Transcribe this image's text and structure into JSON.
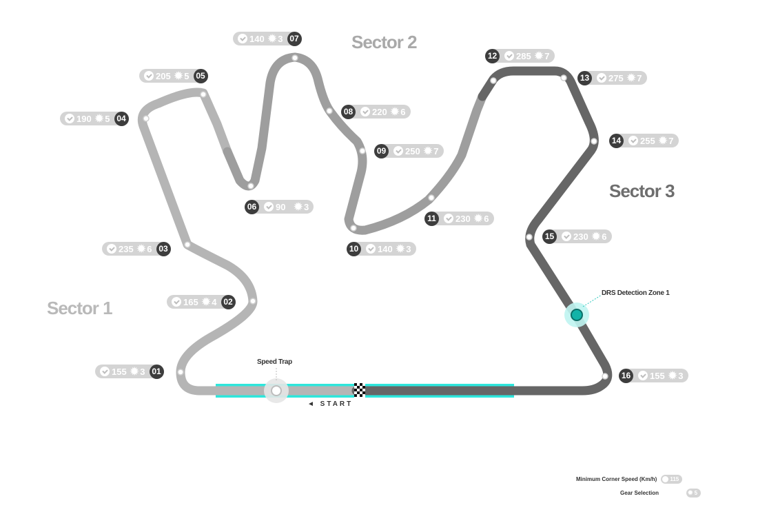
{
  "sectors": {
    "s1": "Sector 1",
    "s2": "Sector 2",
    "s3": "Sector 3"
  },
  "corners": [
    {
      "num": "01",
      "speed": "155",
      "gear": "3"
    },
    {
      "num": "02",
      "speed": "165",
      "gear": "4"
    },
    {
      "num": "03",
      "speed": "235",
      "gear": "6"
    },
    {
      "num": "04",
      "speed": "190",
      "gear": "5"
    },
    {
      "num": "05",
      "speed": "205",
      "gear": "5"
    },
    {
      "num": "06",
      "speed": "90",
      "gear": "3"
    },
    {
      "num": "07",
      "speed": "140",
      "gear": "3"
    },
    {
      "num": "08",
      "speed": "220",
      "gear": "6"
    },
    {
      "num": "09",
      "speed": "250",
      "gear": "7"
    },
    {
      "num": "10",
      "speed": "140",
      "gear": "3"
    },
    {
      "num": "11",
      "speed": "230",
      "gear": "6"
    },
    {
      "num": "12",
      "speed": "285",
      "gear": "7"
    },
    {
      "num": "13",
      "speed": "275",
      "gear": "7"
    },
    {
      "num": "14",
      "speed": "255",
      "gear": "7"
    },
    {
      "num": "15",
      "speed": "230",
      "gear": "6"
    },
    {
      "num": "16",
      "speed": "155",
      "gear": "3"
    }
  ],
  "labels": {
    "speed_trap": "Speed Trap",
    "start": "◄ START",
    "drs": "DRS Detection Zone 1"
  },
  "legend": {
    "speed_label": "Minimum Corner Speed (Km/h)",
    "speed_sample": "115",
    "gear_label": "Gear Selection",
    "gear_sample": "5"
  },
  "colors": {
    "sector1": "#b5b5b5",
    "sector2": "#9e9e9e",
    "sector3": "#666666",
    "drs": "#2ee6dc",
    "drs_dot": "#13b3a8",
    "pill": "#d4d4d4",
    "number_badge": "#3d3d3d"
  }
}
